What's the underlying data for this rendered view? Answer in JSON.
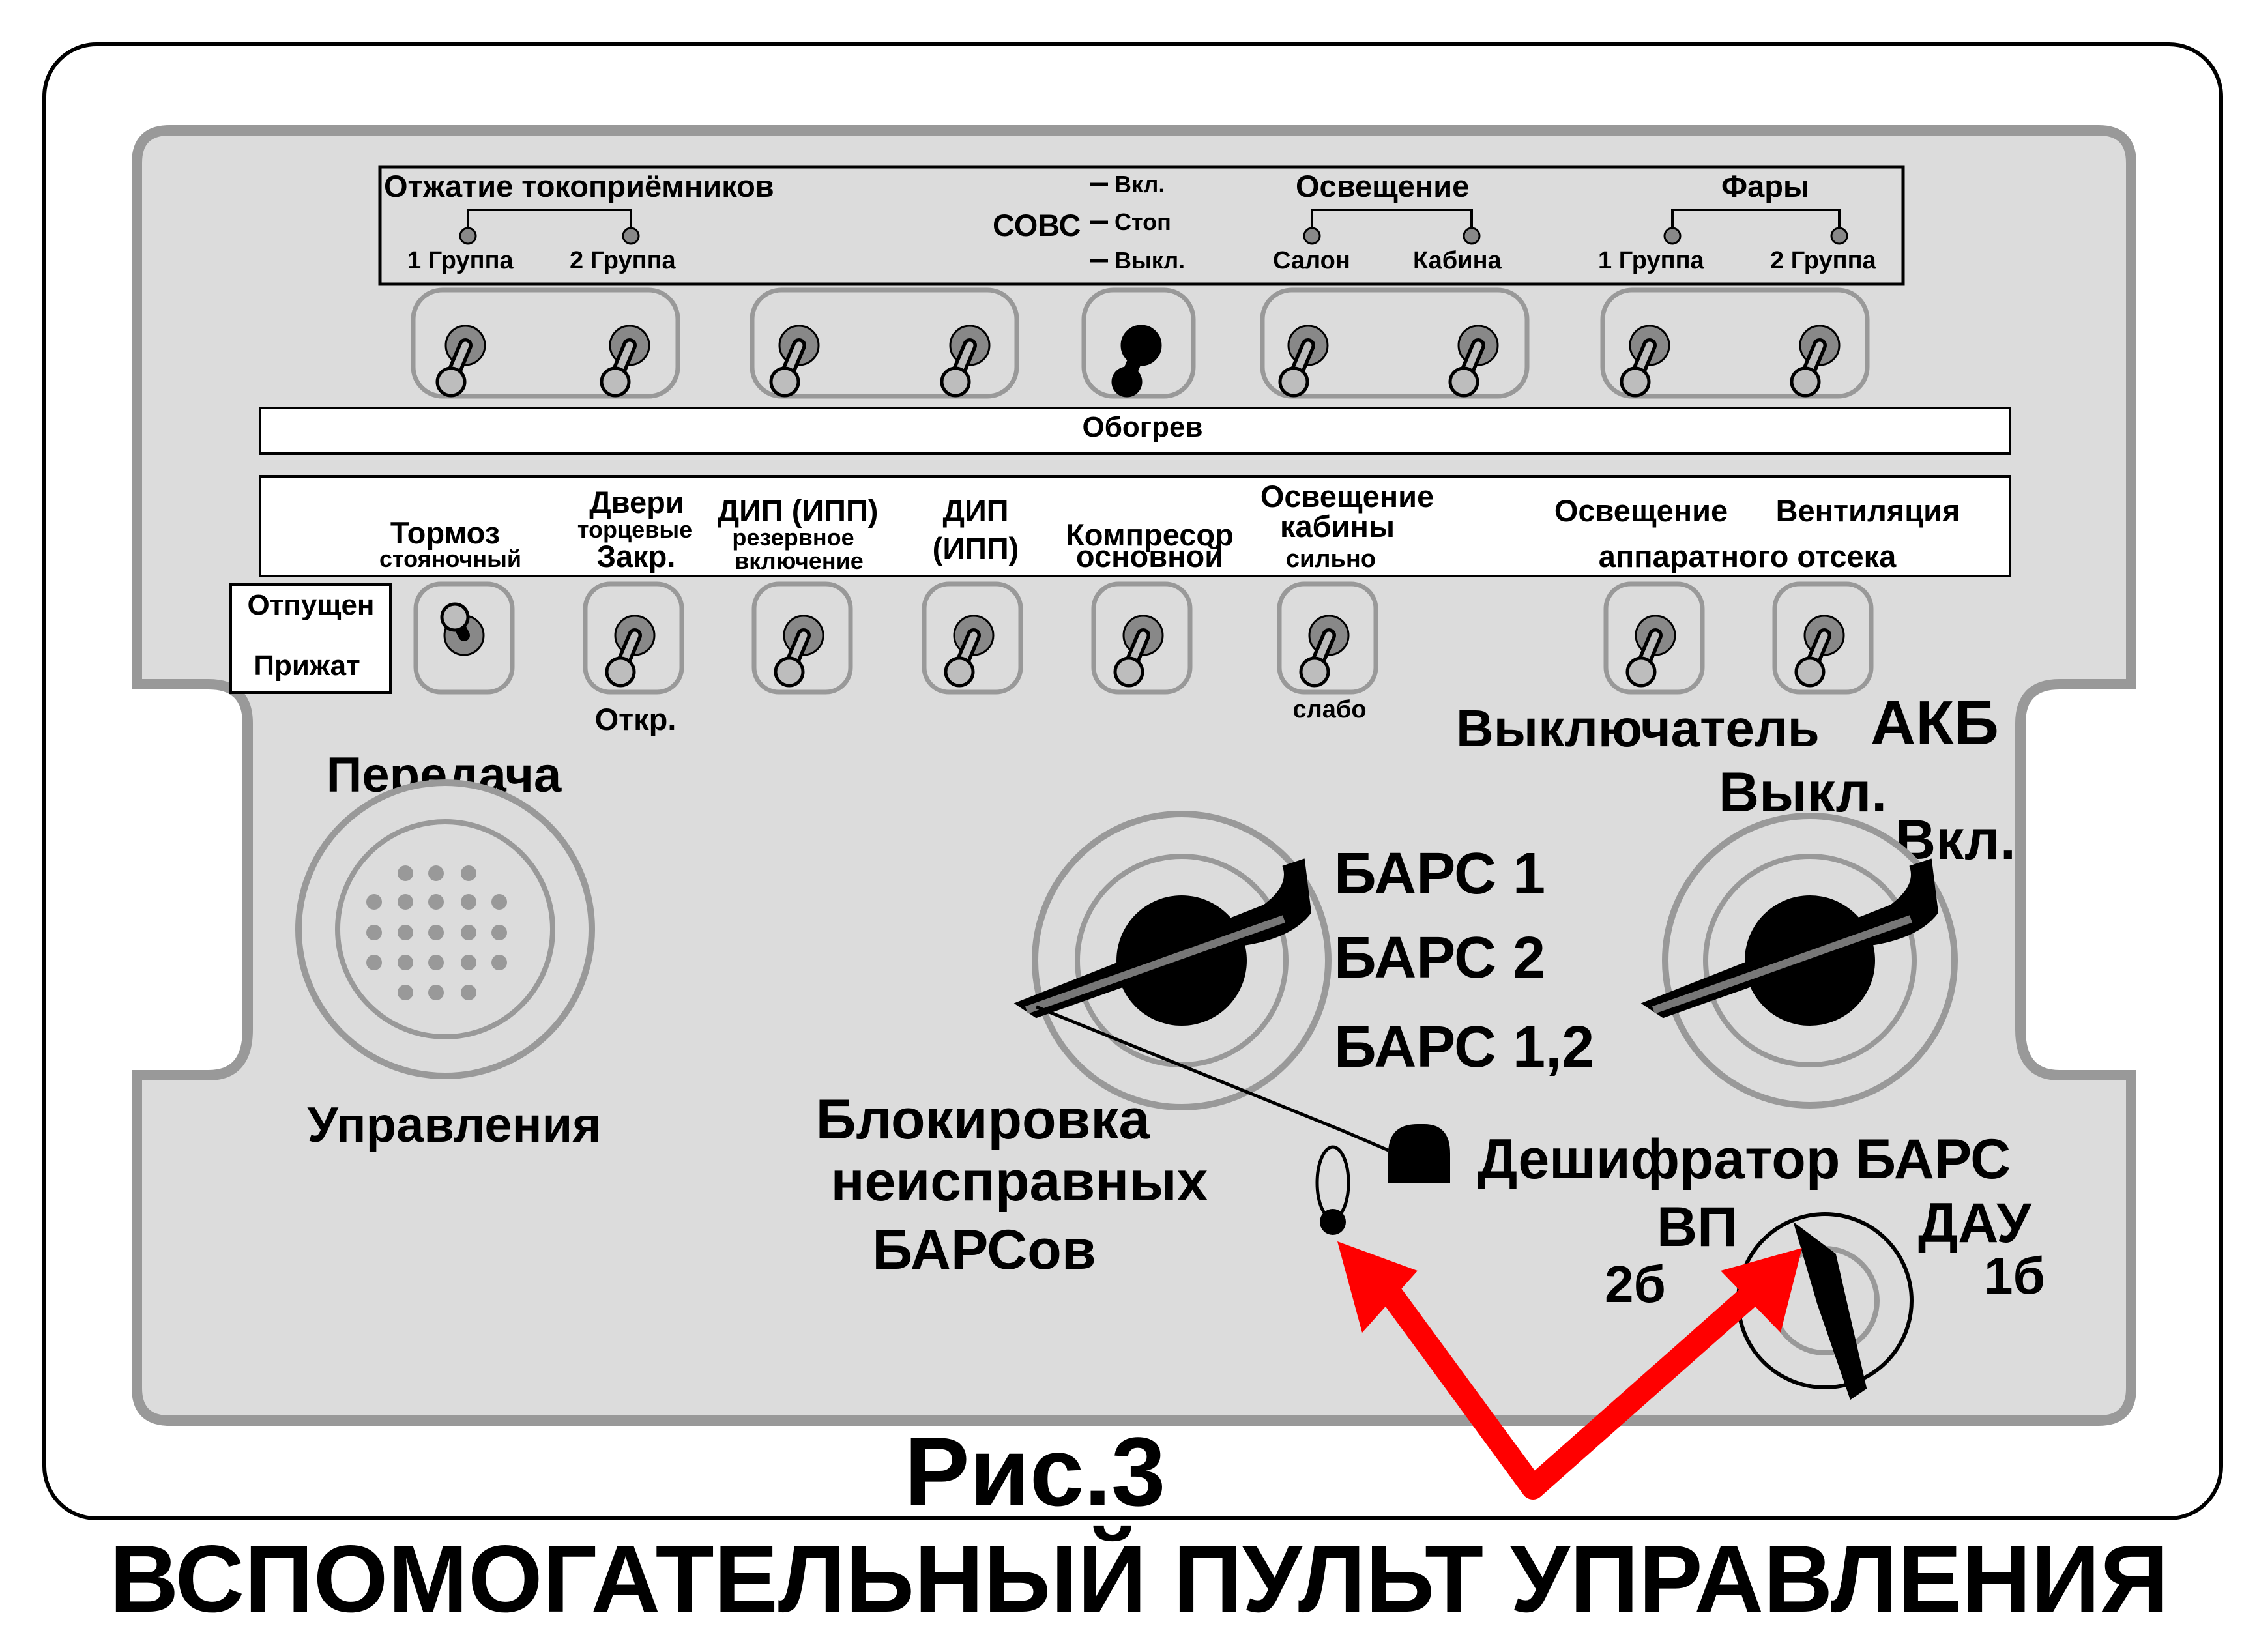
{
  "top_row": {
    "pantograph_title": "Отжатие токоприёмников",
    "pantograph_group1": "1 Группа",
    "pantograph_group2": "2 Группа",
    "sovs_label": "СОВС",
    "sovs_on": "Вкл.",
    "sovs_stop": "Стоп",
    "sovs_off": "Выкл.",
    "lighting_title": "Освещение",
    "lighting_salon": "Салон",
    "lighting_cabin": "Кабина",
    "headlights_title": "Фары",
    "headlights_group1": "1 Группа",
    "headlights_group2": "2 Группа"
  },
  "heating_label": "Обогрев",
  "middle_row": {
    "brake_title": "Тормоз",
    "brake_sub": "стояночный",
    "brake_released": "Отпущен",
    "brake_applied": "Прижат",
    "doors_title": "Двери",
    "doors_sub": "торцевые",
    "doors_closed": "Закр.",
    "doors_open": "Откр.",
    "dip_reserve_title": "ДИП (ИПП)",
    "dip_reserve_sub1": "резервное",
    "dip_reserve_sub2": "включение",
    "dip_line1": "ДИП",
    "dip_line2": "(ИПП)",
    "compressor_line1": "Компресор",
    "compressor_line2": "основной",
    "cab_light_line1": "Освещение",
    "cab_light_line2": "кабины",
    "cab_light_strong": "сильно",
    "cab_light_weak": "слабо",
    "bay_lighting": "Освещение",
    "ventilation": "Вентиляция",
    "bay_label": "аппаратного отсека"
  },
  "transmission": {
    "top": "Передача",
    "bottom": "Управления"
  },
  "bars_selector": {
    "opt1": "БАРС 1",
    "opt2": "БАРС 2",
    "opt3": "БАРС 1,2",
    "lock_line1": "Блокировка",
    "lock_line2": "неисправных",
    "lock_line3": "БАРСов"
  },
  "battery_switch": {
    "title1": "Выключатель",
    "title2": "АКБ",
    "off": "Выкл.",
    "on": "Вкл."
  },
  "decoder": {
    "title": "Дешифратор БАРС",
    "vp": "ВП",
    "dau": "ДАУ",
    "pos_2b": "2б",
    "pos_1b": "1б"
  },
  "caption": {
    "figure": "Рис.3",
    "title": "ВСПОМОГАТЕЛЬНЫЙ ПУЛЬТ УПРАВЛЕНИЯ"
  },
  "colors": {
    "panel_fill": "#dcdcdc",
    "outline": "#999999",
    "toggle_face": "#888888",
    "arrow": "#ff0000"
  }
}
